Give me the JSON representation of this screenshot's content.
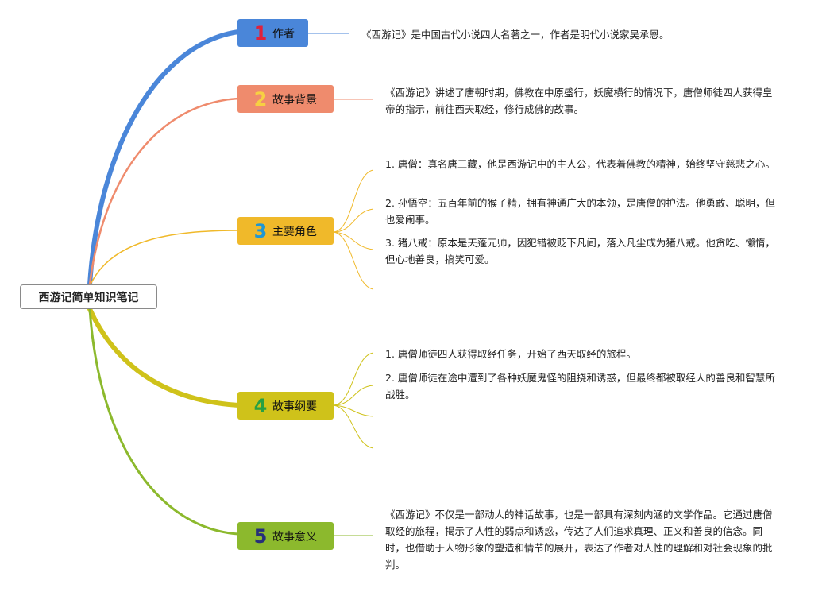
{
  "root": {
    "title": "西游记简单知识笔记"
  },
  "colors": {
    "b1": "#4a86d9",
    "b2": "#ef8b6d",
    "b3": "#f0b92a",
    "b4": "#cfc21a",
    "b5": "#8cb92d",
    "n1": "#e0213b",
    "n2": "#f7d042",
    "n3": "#1f97d4",
    "n4": "#27a043",
    "n5": "#262f7a"
  },
  "branches": [
    {
      "number": "1",
      "label": "作者"
    },
    {
      "number": "2",
      "label": "故事背景"
    },
    {
      "number": "3",
      "label": "主要角色"
    },
    {
      "number": "4",
      "label": "故事纲要"
    },
    {
      "number": "5",
      "label": "故事意义"
    }
  ],
  "notes": {
    "author": "《西游记》是中国古代小说四大名著之一，作者是明代小说家吴承恩。",
    "background": "《西游记》讲述了唐朝时期，佛教在中原盛行，妖魔横行的情况下，唐僧师徒四人获得皇帝的指示，前往西天取经，修行成佛的故事。",
    "roles": [
      "1. 唐僧：真名唐三藏，他是西游记中的主人公，代表着佛教的精神，始终坚守慈悲之心。",
      "2. 孙悟空：五百年前的猴子精，拥有神通广大的本领，是唐僧的护法。他勇敢、聪明，但也爱闹事。",
      "3. 猪八戒：原本是天蓬元帅，因犯错被贬下凡间，落入凡尘成为猪八戒。他贪吃、懒惰，但心地善良，搞笑可爱。"
    ],
    "outline": [
      "1. 唐僧师徒四人获得取经任务，开始了西天取经的旅程。",
      "2. 唐僧师徒在途中遭到了各种妖魔鬼怪的阻挠和诱惑，但最终都被取经人的善良和智慧所战胜。"
    ],
    "meaning": "《西游记》不仅是一部动人的神话故事，也是一部具有深刻内涵的文学作品。它通过唐僧取经的旅程，揭示了人性的弱点和诱惑，传达了人们追求真理、正义和善良的信念。同时，也借助于人物形象的塑造和情节的展开，表达了作者对人性的理解和对社会现象的批判。"
  }
}
